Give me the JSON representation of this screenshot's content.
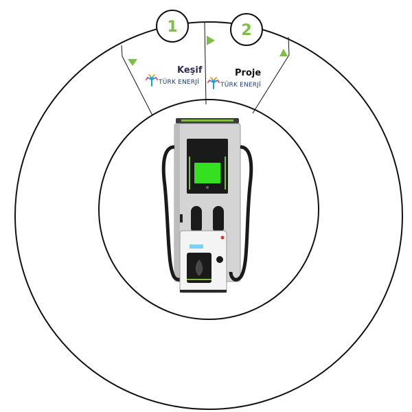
{
  "colors": {
    "accent": "#7bc043",
    "line": "#111111",
    "title_navy": "#2b2d52",
    "brand_blue": "#1f3c6e",
    "screen_green": "#35e020"
  },
  "steps": [
    {
      "number": "1",
      "title": "Keşif",
      "brand": "TÜRK ENERJİ"
    },
    {
      "number": "2",
      "title": "Proje",
      "brand": "TÜRK ENERJİ"
    }
  ],
  "icons": {
    "logo": "turk-enerji-logo-icon",
    "marker": "triangle-marker-icon"
  }
}
